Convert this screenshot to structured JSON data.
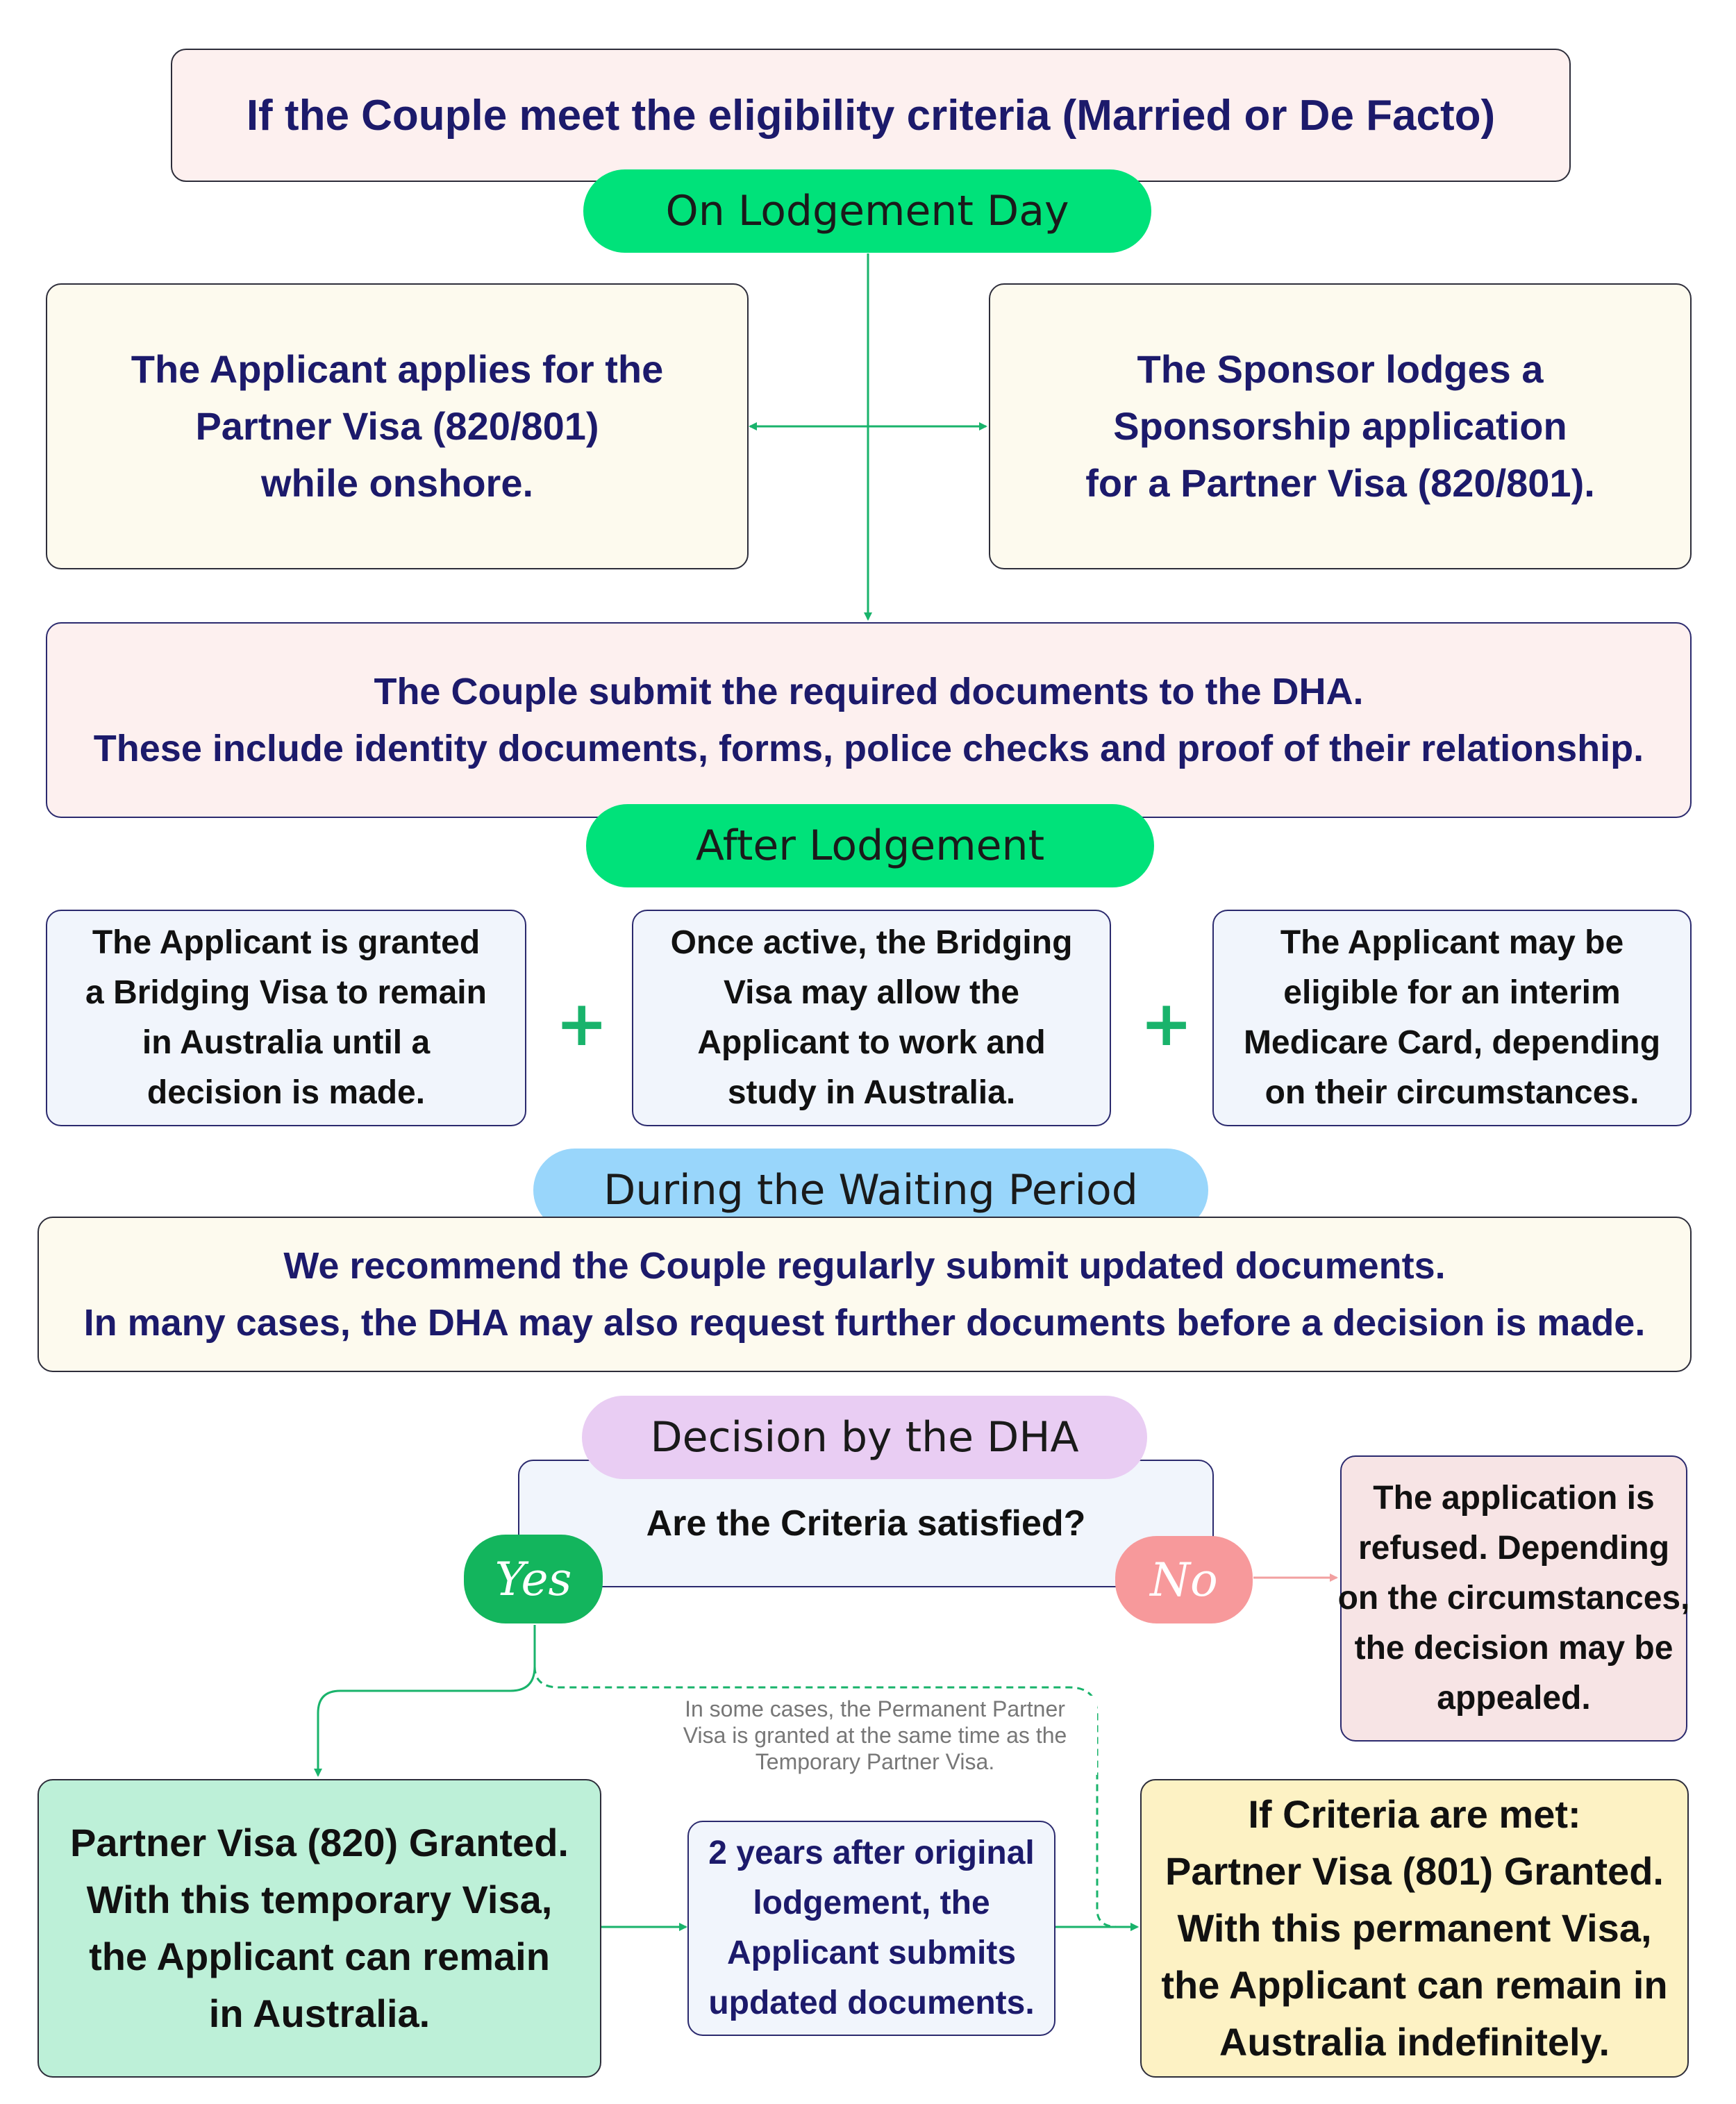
{
  "title": {
    "lines": [
      "If the Couple meet the eligibility criteria (Married or De Facto)"
    ]
  },
  "stages": {
    "lodgement_day": "On Lodgement Day",
    "after_lodgement": "After Lodgement",
    "waiting_period": "During the Waiting Period",
    "decision": "Decision by the DHA"
  },
  "lodgement": {
    "applicant": [
      "The Applicant applies for the",
      "Partner Visa (820/801)",
      "while onshore."
    ],
    "sponsor": [
      "The Sponsor lodges a",
      "Sponsorship application",
      "for a Partner Visa (820/801)."
    ],
    "documents": [
      "The Couple submit the required documents to the DHA.",
      "These include identity documents, forms, police checks and proof of their relationship."
    ]
  },
  "after": {
    "bridging": [
      "The Applicant is granted",
      "a Bridging Visa to remain",
      "in Australia until a",
      "decision is made."
    ],
    "work": [
      "Once active, the Bridging",
      "Visa may allow the",
      "Applicant to work and",
      "study in Australia."
    ],
    "medicare": [
      "The Applicant may be",
      "eligible for an interim",
      "Medicare Card, depending",
      "on their circumstances."
    ],
    "plus_symbol": "+"
  },
  "waiting": {
    "text": [
      "We recommend the Couple regularly submit updated documents.",
      "In many cases, the DHA may also request further documents before a decision is made."
    ]
  },
  "decision": {
    "question": "Are the Criteria satisfied?",
    "yes": "Yes",
    "no": "No",
    "refused": [
      "The application is",
      "refused. Depending",
      "on the circumstances,",
      "the decision may be",
      "appealed."
    ],
    "note": [
      "In some cases, the Permanent Partner",
      "Visa is granted at the same time as the",
      "Temporary Partner Visa."
    ]
  },
  "outcomes": {
    "temporary": [
      "Partner Visa (820) Granted.",
      "With this temporary Visa,",
      "the Applicant can remain",
      "in Australia."
    ],
    "two_years": [
      "2 years after original",
      "lodgement, the",
      "Applicant submits",
      "updated documents."
    ],
    "permanent": [
      "If Criteria are met:",
      "Partner Visa (801) Granted.",
      "With this permanent Visa,",
      "the Applicant can remain in",
      "Australia indefinitely."
    ]
  },
  "colors": {
    "navy_text": "#1c1a6b",
    "green_pill": "#00e27a",
    "blue_pill": "#99d6fb",
    "lavender_pill": "#e9cdf3",
    "yes_green": "#13b55d",
    "no_pink": "#f7999b",
    "connector_green": "#19b36b",
    "connector_pink": "#f2a0a0"
  }
}
